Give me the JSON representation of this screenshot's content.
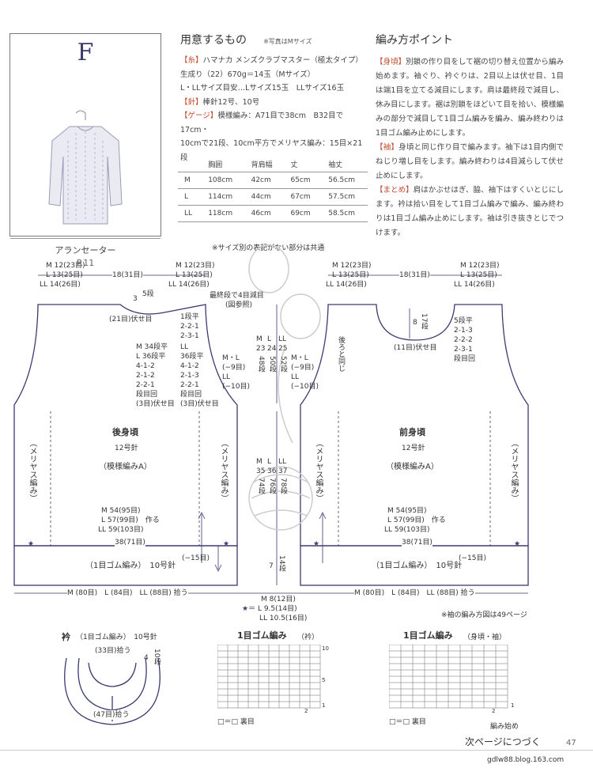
{
  "pattern_card": {
    "letter": "F",
    "name": "アランセーター",
    "page_ref": "P.11"
  },
  "materials": {
    "title": "用意するもの",
    "note": "※写真はMサイズ",
    "yarn_label": "【糸】",
    "yarn_text": "ハマナカ メンズクラブマスター（極太タイプ）",
    "yarn_line2": "生成り（22）670g＝14玉（Mサイズ）",
    "yarn_line3": "L・LLサイズ目安…Lサイズ15玉　LLサイズ16玉",
    "needle_label": "【針】",
    "needle_text": "棒針12号、10号",
    "gauge_label": "【ゲージ】",
    "gauge_text": "模様編み：A71目で38cm　B32目で17cm・",
    "gauge_line2": "10cmで21段、10cm平方でメリヤス編み：15目×21",
    "gauge_line3": "段"
  },
  "size_table": {
    "headers": [
      "",
      "胸囲",
      "背肩幅",
      "丈",
      "袖丈"
    ],
    "rows": [
      [
        "M",
        "108cm",
        "42cm",
        "65cm",
        "56.5cm"
      ],
      [
        "L",
        "114cm",
        "44cm",
        "67cm",
        "57.5cm"
      ],
      [
        "LL",
        "118cm",
        "46cm",
        "69cm",
        "58.5cm"
      ]
    ]
  },
  "points": {
    "title": "編み方ポイント",
    "body_label": "【身頃】",
    "body_text": "別鎖の作り目をして裾の切り替え位置から編み始めます。袖ぐり、衿ぐりは、2目以上は伏せ目、1目は端1目を立てる減目にします。肩は最終段で減目し、休み目にします。裾は別鎖をほどいて目を拾い、模様編みの部分で減目して1目ゴム編みを編み、編み終わりは1目ゴム編み止めにします。",
    "sleeve_label": "【袖】",
    "sleeve_text": "身頃と同じ作り目で編みます。袖下は1目内側でねじり増し目をします。編み終わりは4目減らして伏せ止めにします。",
    "finish_label": "【まとめ】",
    "finish_text": "肩はかぶせはぎ、脇、袖下はすくいとじにします。衿は拾い目をして1目ゴム編みで編み、編み終わりは1目ゴム編み止めにします。袖は引き抜きとじでつけます。"
  },
  "diagram": {
    "common_note": "※サイズ別の表記がない部分は共通",
    "shoulder_m": "M 12(23目)",
    "shoulder_l": "L 13(25目)",
    "shoulder_ll": "LL 14(26目)",
    "neck_width": "18(31目)",
    "back_title": "後身頃",
    "front_title": "前身頃",
    "needle12": "12号針",
    "pattern_a": "（模様編みA）",
    "side_text": "（メリヤス編み）",
    "back_neck_bind": "(21目)伏せ目",
    "front_neck_bind": "(11目)伏せ目",
    "back_neck_depth": "3",
    "back_neck_rows": "5段",
    "front_neck_depth": "8",
    "front_neck_rows": "17段",
    "last_row_note": "最終段で4目減目",
    "last_row_ref": "(図参照)",
    "back_dec": [
      "1段平",
      "2-2-1",
      "2-3-1"
    ],
    "front_dec": [
      "5段平",
      "2-1-3",
      "2-2-2",
      "2-3-1",
      "段目回"
    ],
    "armhole_m_l": [
      "M 34段平",
      "L 36段平",
      "4-1-2",
      "2-1-2",
      "2-2-1",
      "段目回",
      "(3目)伏せ目"
    ],
    "armhole_ll": [
      "LL",
      "36段平",
      "4-1-2",
      "2-1-3",
      "2-2-1",
      "段目回",
      "(3目)伏せ目"
    ],
    "armhole_height_labels": [
      "M",
      "L",
      "LL"
    ],
    "armhole_heights": [
      "23",
      "24",
      "25"
    ],
    "armhole_rows": [
      "48段",
      "50段",
      "52段"
    ],
    "arm_side_ml": "M・L",
    "arm_side_ml_val": "(−9目)",
    "arm_side_ll": "LL",
    "arm_side_ll_val": "(−10目)",
    "body_heights": [
      "35",
      "36",
      "37"
    ],
    "body_rows": [
      "74段",
      "76段",
      "78段"
    ],
    "front_same": "後ろと同じ",
    "cast_m": "M 54(95目)",
    "cast_l": "L 57(99目)　作る",
    "cast_ll": "LL 59(103目)",
    "hem_width": "38(71目)",
    "hem_dec": "(−15目)",
    "rib_label": "（1目ゴム編み）　10号針",
    "rib_height": "7",
    "rib_rows": "14段",
    "pickup": "M (80目)　L (84目)　LL (88目) 拾う",
    "star_m": "M 8(12目)",
    "star_l": "L 9.5(14目)",
    "star_ll": "LL 10.5(16目)",
    "sleeve_ref": "※袖の編み方図は49ページ"
  },
  "collar": {
    "title": "衿",
    "subtitle": "（1目ゴム編み）　10号針",
    "pick33": "(33目)拾う",
    "pick47": "(47目)拾う",
    "height": "4",
    "rows": "10段"
  },
  "rib_chart_collar": {
    "title": "1目ゴム編み",
    "sub": "（衿）",
    "legend": "□＝□ 裏目",
    "num10": "10",
    "num5": "5",
    "num1": "1",
    "num2": "2"
  },
  "rib_chart_body": {
    "title": "1目ゴム編み",
    "sub": "（身頃・袖）",
    "legend": "□＝□ 裏目",
    "start": "編み始め",
    "num1": "1",
    "num2": "2"
  },
  "footer": {
    "continue": "次ページにつづく",
    "page": "47",
    "site": "gdlw88.blog.163.com"
  }
}
